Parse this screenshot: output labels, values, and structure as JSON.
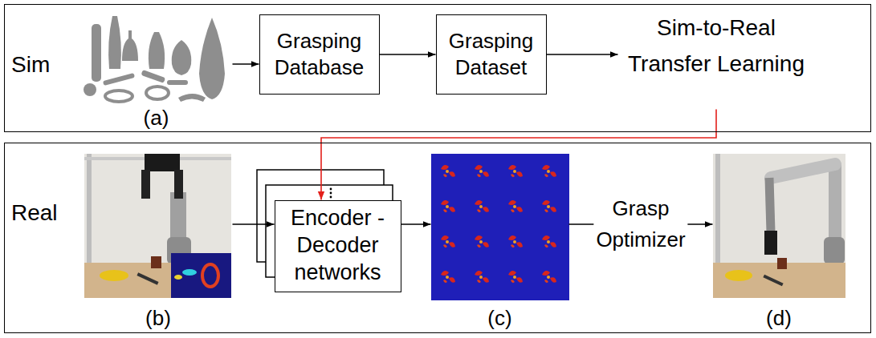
{
  "diagram": {
    "nodes": [
      {
        "text": [
          "Sim"
        ]
      },
      {
        "text": [
          "(a)"
        ],
        "in": 0
      },
      {
        "text": [
          "Grasping Database"
        ],
        "in": 0
      },
      {
        "text": [
          "Grasping Dataset"
        ],
        "in": 0
      },
      {
        "text": [
          "Sim-to-Real Transfer Learning"
        ],
        "in": 0
      },
      {
        "text": [
          "Real"
        ]
      },
      {
        "text": [
          "(b)"
        ],
        "in": 5
      },
      {
        "text": [
          "Encoder -Decoder networks"
        ],
        "in": 5
      },
      {
        "text": [
          "(c)"
        ],
        "in": 5
      },
      {
        "text": [
          "(d)"
        ],
        "in": 5
      }
    ],
    "edges": [
      {
        "from": 1,
        "to": 2,
        "arrow": "to"
      },
      {
        "from": 2,
        "to": 3,
        "arrow": "to"
      },
      {
        "from": 3,
        "to": 4,
        "arrow": "to"
      },
      {
        "from": 4,
        "to": 7,
        "arrow": "to"
      },
      {
        "from": 6,
        "to": 7,
        "arrow": "to"
      },
      {
        "from": 7,
        "to": 8,
        "arrow": "to"
      },
      {
        "from": 8,
        "to": 9,
        "label": "Grasp Optimizer",
        "arrow": "to"
      }
    ]
  }
}
